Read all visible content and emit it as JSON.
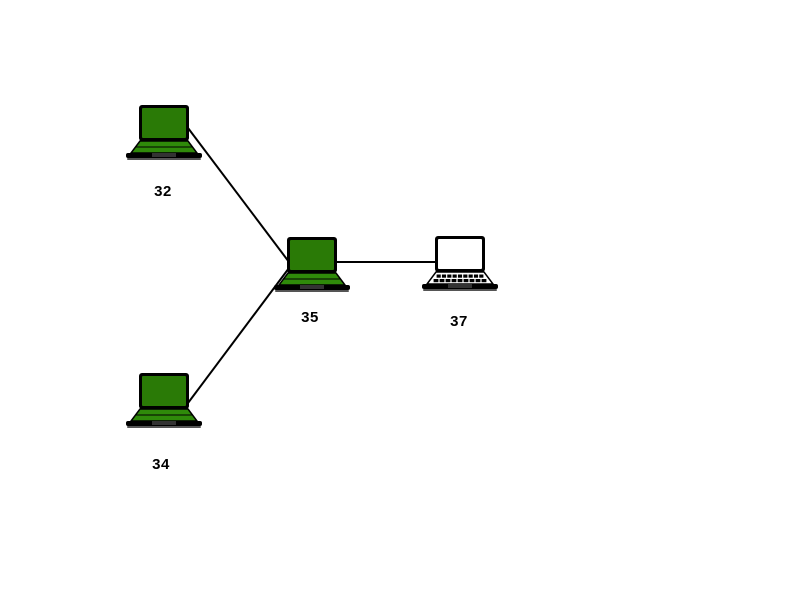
{
  "diagram": {
    "colors": {
      "active_screen": "#2a7a06",
      "active_keyboard": "#2f8a0a",
      "inactive_screen": "#ffffff",
      "inactive_keyboard": "#ffffff",
      "outline": "#000000",
      "link": "#000000"
    },
    "nodes": [
      {
        "id": "n32",
        "label": "32",
        "state": "active"
      },
      {
        "id": "n35",
        "label": "35",
        "state": "active"
      },
      {
        "id": "n34",
        "label": "34",
        "state": "active"
      },
      {
        "id": "n37",
        "label": "37",
        "state": "inactive"
      }
    ],
    "links": [
      {
        "from": "n32",
        "to": "n35"
      },
      {
        "from": "n34",
        "to": "n35"
      },
      {
        "from": "n35",
        "to": "n37"
      }
    ]
  }
}
